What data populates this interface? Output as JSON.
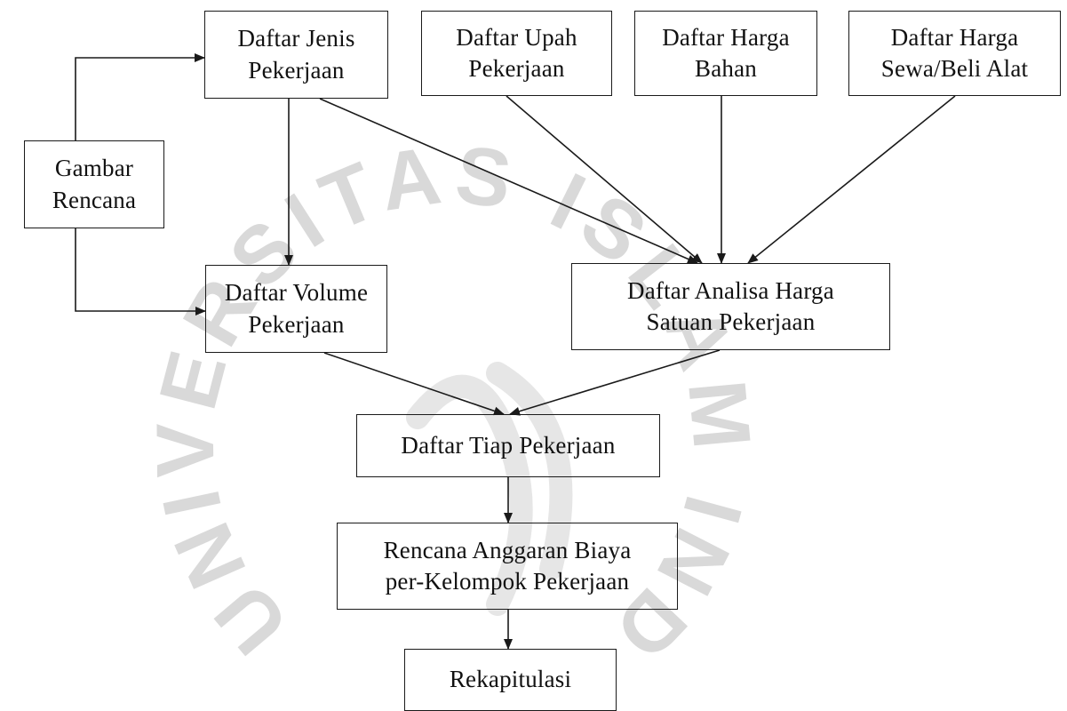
{
  "nodes": {
    "jenis": "Daftar Jenis\nPekerjaan",
    "upah": "Daftar Upah\nPekerjaan",
    "bahan": "Daftar Harga\nBahan",
    "alat": "Daftar Harga\nSewa/Beli Alat",
    "gambar": "Gambar\nRencana",
    "volume": "Daftar Volume\nPekerjaan",
    "analisa": "Daftar Analisa Harga\nSatuan Pekerjaan",
    "tiap": "Daftar Tiap Pekerjaan",
    "rab": "Rencana Anggaran Biaya\nper-Kelompok Pekerjaan",
    "rekap": "Rekapitulasi"
  },
  "edges": [
    {
      "from": "gambar",
      "to": "jenis"
    },
    {
      "from": "gambar",
      "to": "volume"
    },
    {
      "from": "jenis",
      "to": "volume"
    },
    {
      "from": "jenis",
      "to": "analisa"
    },
    {
      "from": "upah",
      "to": "analisa"
    },
    {
      "from": "bahan",
      "to": "analisa"
    },
    {
      "from": "alat",
      "to": "analisa"
    },
    {
      "from": "volume",
      "to": "tiap"
    },
    {
      "from": "analisa",
      "to": "tiap"
    },
    {
      "from": "tiap",
      "to": "rab"
    },
    {
      "from": "rab",
      "to": "rekap"
    }
  ],
  "watermark": {
    "text": "UNIVERSITAS ISLAM INDONESIA",
    "color": "#d9d9d9"
  },
  "style": {
    "line_color": "#1a1a1a"
  }
}
